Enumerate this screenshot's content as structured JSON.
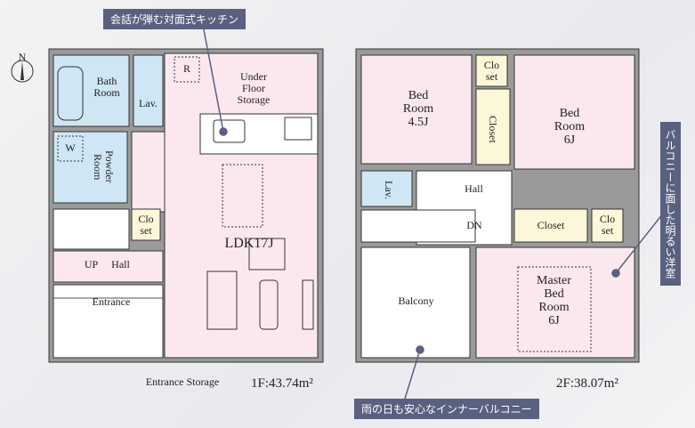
{
  "callouts": {
    "kitchen": "会話が弾む対面式キッチン",
    "balcony": "雨の日も安心なインナーバルコニー",
    "bedroom": "バルコニーに面した明るい洋室"
  },
  "compass": "N",
  "floor1": {
    "area": "1F:43.74m²",
    "rooms": {
      "bath": "Bath\nRoom",
      "lav": "Lav.",
      "r": "R",
      "under_floor": "Under\nFloor\nStorage",
      "w": "W",
      "powder": "Powder\nRoom",
      "closet": "Clo\nset",
      "ldk": "LDK17J",
      "up": "UP",
      "hall": "Hall",
      "entrance": "Entrance",
      "entrance_storage": "Entrance Storage"
    }
  },
  "floor2": {
    "area": "2F:38.07m²",
    "rooms": {
      "bed45": "Bed\nRoom\n4.5J",
      "closet_top": "Clo\nset",
      "closet_vert": "Closet",
      "bed6": "Bed\nRoom\n6J",
      "lav": "Lav.",
      "hall": "Hall",
      "dn": "DN",
      "closet_mid": "Closet",
      "closet_small": "Clo\nset",
      "balcony": "Balcony",
      "master": "Master\nBed\nRoom\n6J"
    }
  }
}
